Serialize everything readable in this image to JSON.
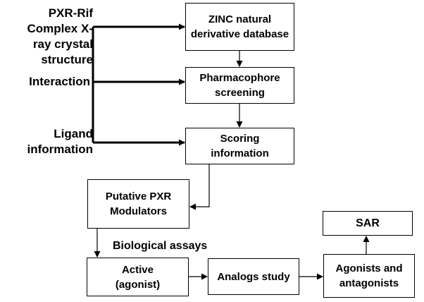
{
  "inputs": {
    "pxr_crystal": "PXR-Rif Complex X-\nray crystal\nstructure",
    "interaction": "Interaction",
    "ligand": "Ligand\ninformation"
  },
  "nodes": {
    "zinc": "ZINC natural\nderivative database",
    "pharmacophore": "Pharmacophore\nscreening",
    "scoring": "Scoring\ninformation",
    "putative": "Putative PXR\nModulators",
    "sar": "SAR",
    "active": "Active\n(agonist)",
    "analogs": "Analogs study",
    "agonists": "Agonists and\nantagonists"
  },
  "edge_labels": {
    "biological_assays": "Biological assays"
  }
}
